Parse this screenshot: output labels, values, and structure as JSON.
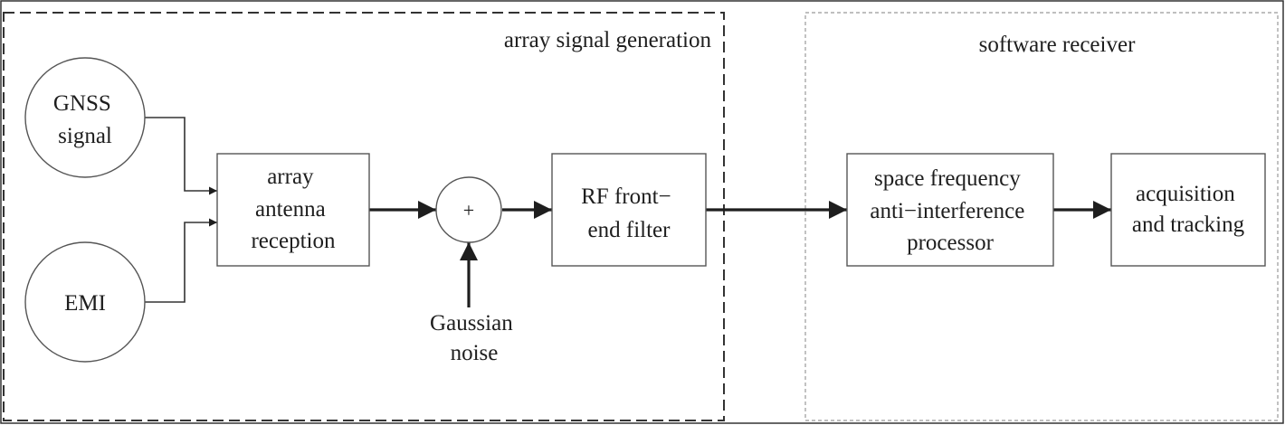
{
  "regions": {
    "array_generation": {
      "label": "array signal generation"
    },
    "software_receiver": {
      "label": "software receiver"
    }
  },
  "nodes": {
    "gnss": {
      "lines": [
        "GNSS",
        "signal"
      ]
    },
    "emi": {
      "lines": [
        "EMI"
      ]
    },
    "antenna": {
      "lines": [
        "array",
        "antenna",
        "reception"
      ]
    },
    "adder": {
      "symbol": "+"
    },
    "noise": {
      "lines": [
        "Gaussian",
        "noise"
      ]
    },
    "rf_filter": {
      "lines": [
        "RF front−",
        "end filter"
      ]
    },
    "sfap": {
      "lines": [
        "space frequency",
        "anti−interference",
        "processor"
      ]
    },
    "acq": {
      "lines": [
        "acquisition",
        "and tracking"
      ]
    }
  },
  "colors": {
    "stroke": "#555555",
    "text": "#1e1e1e",
    "arrow": "#1e1e1e",
    "dashed_border": "#333333",
    "dotted_border": "#999999"
  }
}
